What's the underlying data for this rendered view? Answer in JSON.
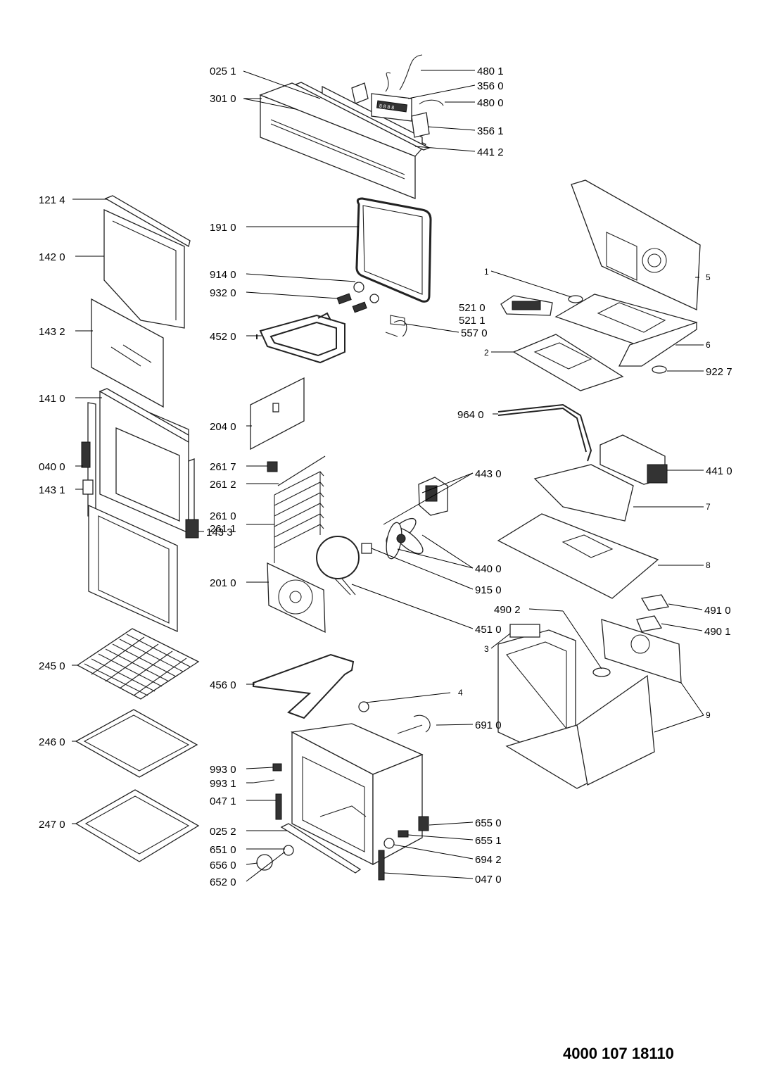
{
  "document_number": "4000 107 18110",
  "labels": [
    {
      "id": "lbl-025-1",
      "text": "025 1"
    },
    {
      "id": "lbl-301-0",
      "text": "301 0"
    },
    {
      "id": "lbl-480-1",
      "text": "480 1"
    },
    {
      "id": "lbl-356-0",
      "text": "356 0"
    },
    {
      "id": "lbl-480-0",
      "text": "480 0"
    },
    {
      "id": "lbl-356-1",
      "text": "356 1"
    },
    {
      "id": "lbl-441-2",
      "text": "441 2"
    },
    {
      "id": "lbl-121-4",
      "text": "121 4"
    },
    {
      "id": "lbl-142-0",
      "text": "142 0"
    },
    {
      "id": "lbl-143-2",
      "text": "143 2"
    },
    {
      "id": "lbl-141-0",
      "text": "141 0"
    },
    {
      "id": "lbl-040-0",
      "text": "040 0"
    },
    {
      "id": "lbl-143-1",
      "text": "143 1"
    },
    {
      "id": "lbl-143-3",
      "text": "143 3"
    },
    {
      "id": "lbl-245-0",
      "text": "245 0"
    },
    {
      "id": "lbl-246-0",
      "text": "246 0"
    },
    {
      "id": "lbl-247-0",
      "text": "247 0"
    },
    {
      "id": "lbl-191-0",
      "text": "191 0"
    },
    {
      "id": "lbl-914-0",
      "text": "914 0"
    },
    {
      "id": "lbl-932-0",
      "text": "932 0"
    },
    {
      "id": "lbl-452-0",
      "text": "452 0"
    },
    {
      "id": "lbl-204-0",
      "text": "204 0"
    },
    {
      "id": "lbl-261-7",
      "text": "261 7"
    },
    {
      "id": "lbl-261-2",
      "text": "261 2"
    },
    {
      "id": "lbl-261-0",
      "text": "261 0"
    },
    {
      "id": "lbl-261-1",
      "text": "261 1"
    },
    {
      "id": "lbl-201-0",
      "text": "201 0"
    },
    {
      "id": "lbl-456-0",
      "text": "456 0"
    },
    {
      "id": "lbl-993-0",
      "text": "993 0"
    },
    {
      "id": "lbl-993-1",
      "text": "993 1"
    },
    {
      "id": "lbl-047-1",
      "text": "047 1"
    },
    {
      "id": "lbl-025-2",
      "text": "025 2"
    },
    {
      "id": "lbl-651-0",
      "text": "651 0"
    },
    {
      "id": "lbl-656-0",
      "text": "656 0"
    },
    {
      "id": "lbl-652-0",
      "text": "652 0"
    },
    {
      "id": "lbl-521-0",
      "text": "521 0"
    },
    {
      "id": "lbl-521-1",
      "text": "521 1"
    },
    {
      "id": "lbl-557-0",
      "text": "557 0"
    },
    {
      "id": "lbl-964-0",
      "text": "964 0"
    },
    {
      "id": "lbl-443-0",
      "text": "443 0"
    },
    {
      "id": "lbl-440-0",
      "text": "440 0"
    },
    {
      "id": "lbl-915-0",
      "text": "915 0"
    },
    {
      "id": "lbl-451-0",
      "text": "451 0"
    },
    {
      "id": "lbl-490-2",
      "text": "490 2"
    },
    {
      "id": "lbl-691-0",
      "text": "691 0"
    },
    {
      "id": "lbl-655-0",
      "text": "655 0"
    },
    {
      "id": "lbl-655-1",
      "text": "655 1"
    },
    {
      "id": "lbl-694-2",
      "text": "694 2"
    },
    {
      "id": "lbl-047-0",
      "text": "047 0"
    },
    {
      "id": "lbl-1",
      "text": "1"
    },
    {
      "id": "lbl-2",
      "text": "2"
    },
    {
      "id": "lbl-5",
      "text": "5"
    },
    {
      "id": "lbl-6",
      "text": "6"
    },
    {
      "id": "lbl-922-7",
      "text": "922 7"
    },
    {
      "id": "lbl-441-0",
      "text": "441 0"
    },
    {
      "id": "lbl-7",
      "text": "7"
    },
    {
      "id": "lbl-8",
      "text": "8"
    },
    {
      "id": "lbl-491-0",
      "text": "491 0"
    },
    {
      "id": "lbl-490-1",
      "text": "490 1"
    },
    {
      "id": "lbl-3",
      "text": "3"
    },
    {
      "id": "lbl-4",
      "text": "4"
    },
    {
      "id": "lbl-9",
      "text": "9"
    },
    {
      "id": "lbl-display-1",
      "text": "8 8 8 8"
    }
  ]
}
